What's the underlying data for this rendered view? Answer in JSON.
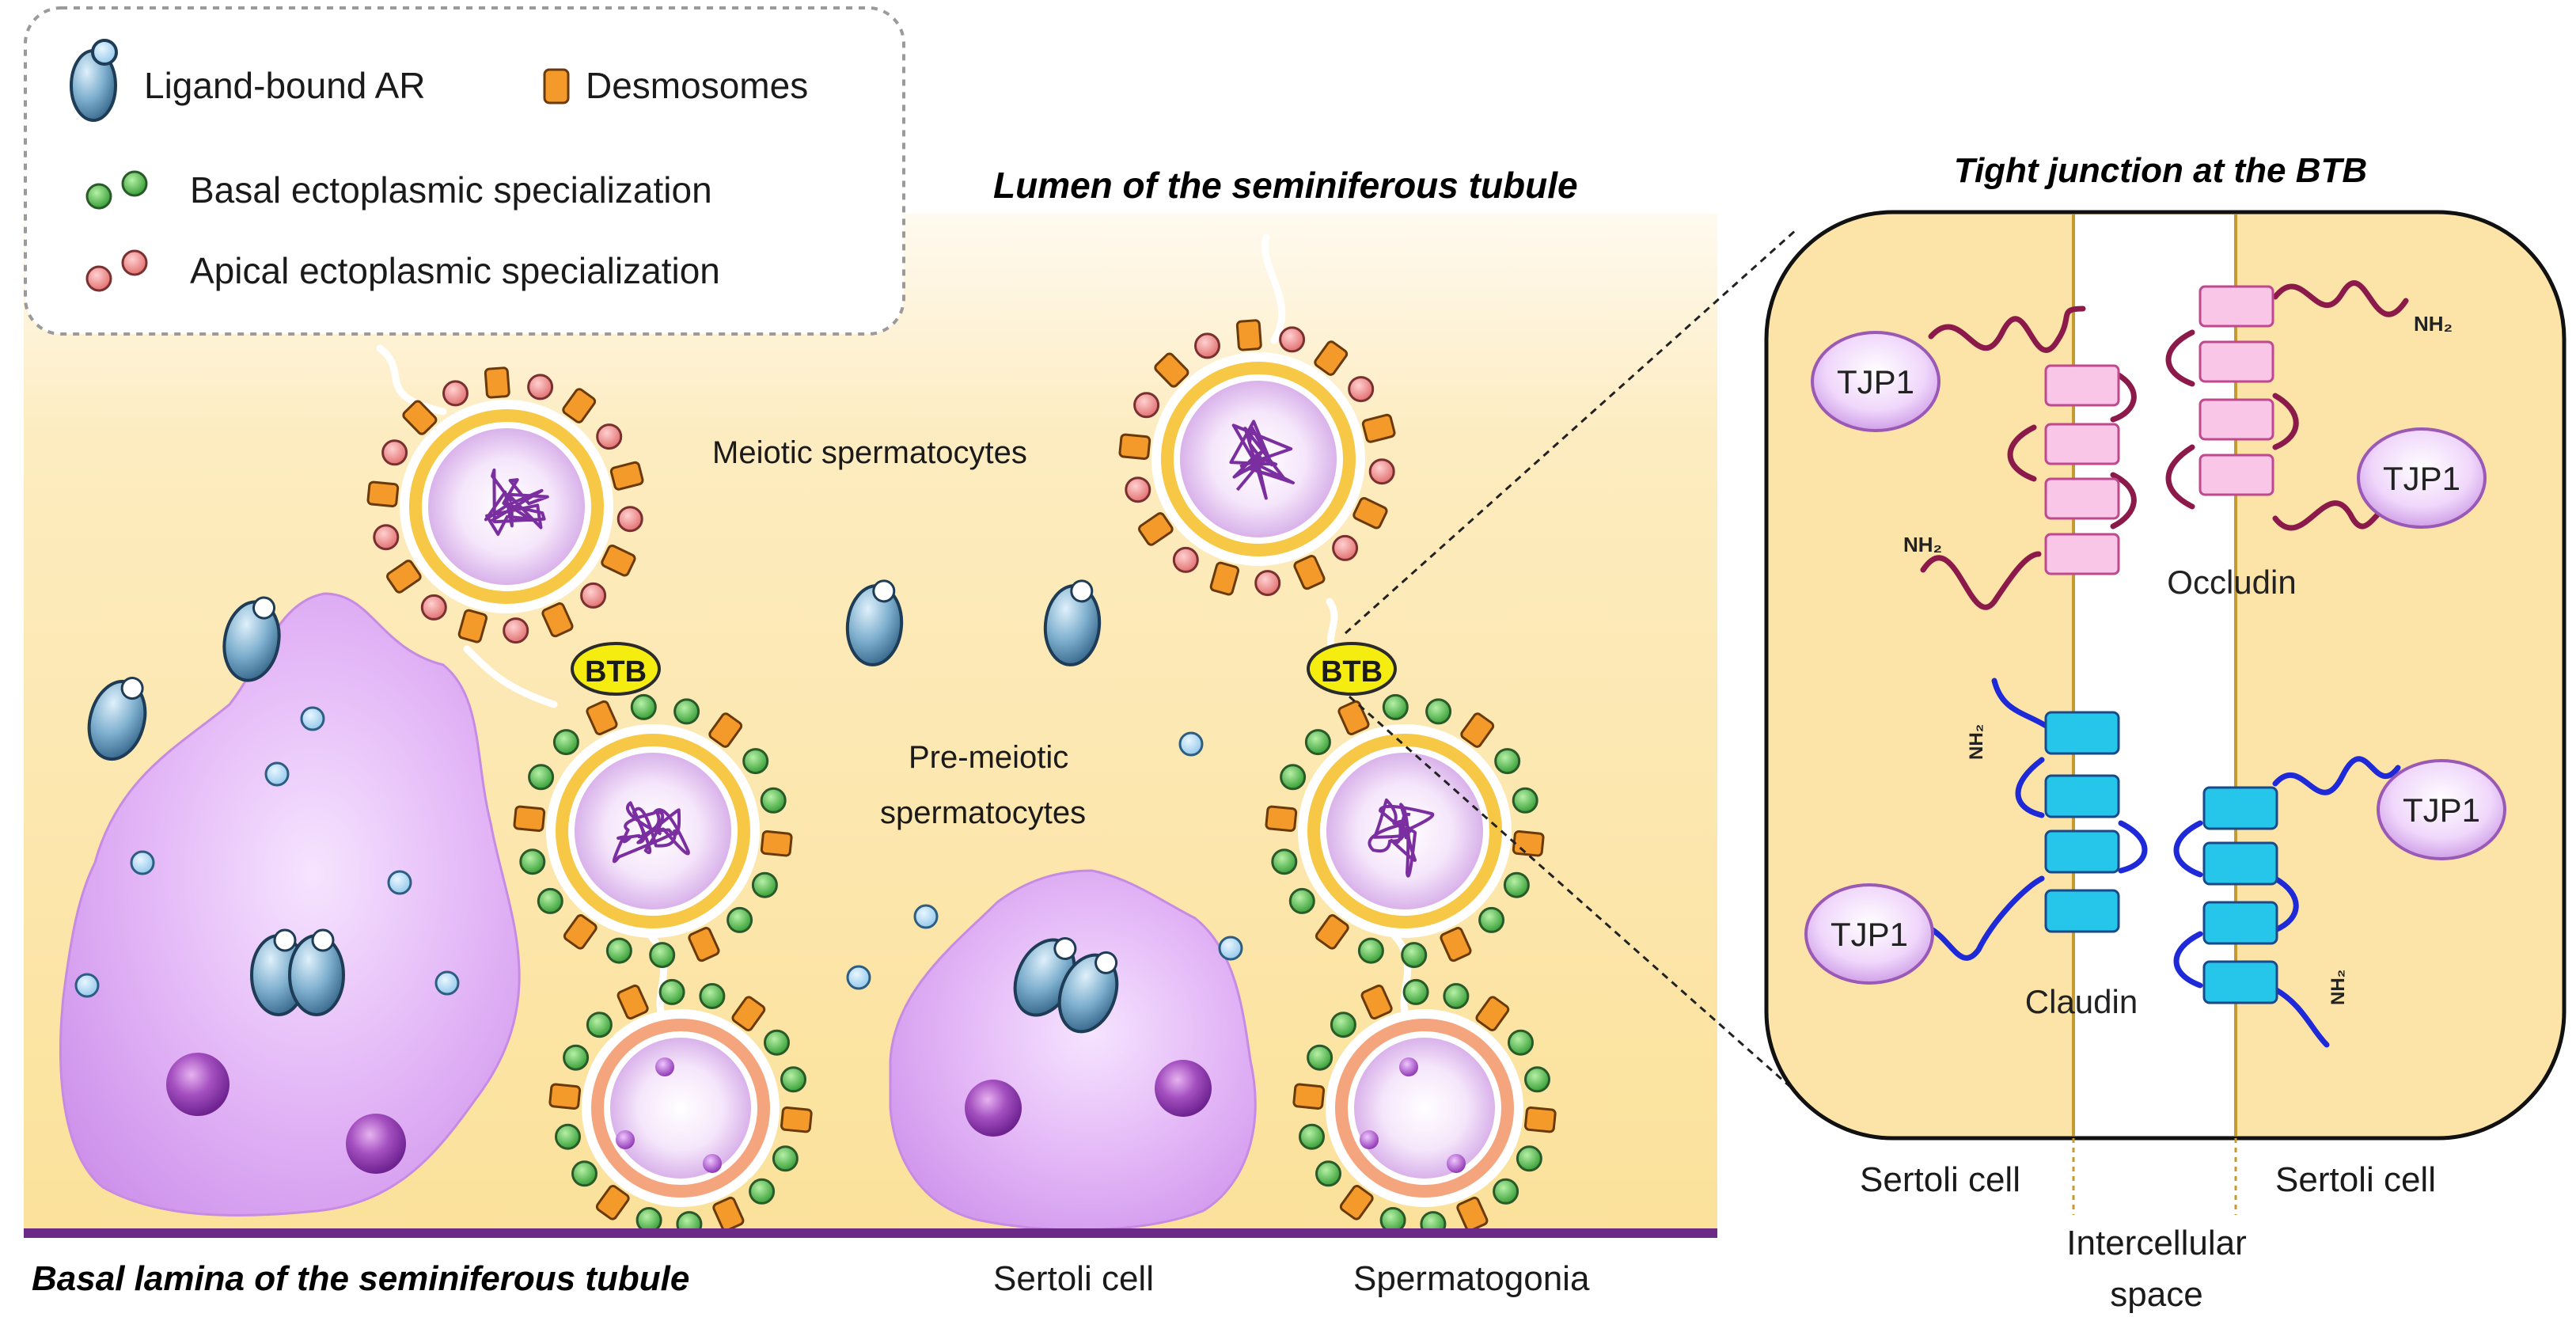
{
  "legend": {
    "ligand_ar": "Ligand-bound AR",
    "desmosomes": "Desmosomes",
    "basal_es": "Basal ectoplasmic specialization",
    "apical_es": "Apical ectoplasmic specialization"
  },
  "labels": {
    "lumen": "Lumen of the seminiferous tubule",
    "basal_lamina": "Basal lamina of the seminiferous tubule",
    "meiotic": "Meiotic spermatocytes",
    "premeiotic_1": "Pre-meiotic",
    "premeiotic_2": "spermatocytes",
    "sertoli_bottom": "Sertoli cell",
    "spermatogonia": "Spermatogonia",
    "btb_left": "BTB",
    "btb_right": "BTB"
  },
  "inset": {
    "title": "Tight junction at the BTB",
    "tjp1": "TJP1",
    "occludin": "Occludin",
    "claudin": "Claudin",
    "nh2": "NH₂",
    "sertoli_left": "Sertoli cell",
    "sertoli_right": "Sertoli cell",
    "intercellular_1": "Intercellular",
    "intercellular_2": "space"
  },
  "colors": {
    "cytoplasm": "#fce8b2",
    "sertoli_body": "#d9a3f0",
    "basal_lamina": "#6a2a86",
    "green_dot": "#57c257",
    "pink_dot": "#f48c8c",
    "desmosome": "#f39a2a",
    "occludin_box": "#f9c6e8",
    "claudin_box": "#25c6ea",
    "occludin_line": "#8b1a4a",
    "claudin_line": "#1e2ad8",
    "btb_badge": "#f5ec10"
  }
}
